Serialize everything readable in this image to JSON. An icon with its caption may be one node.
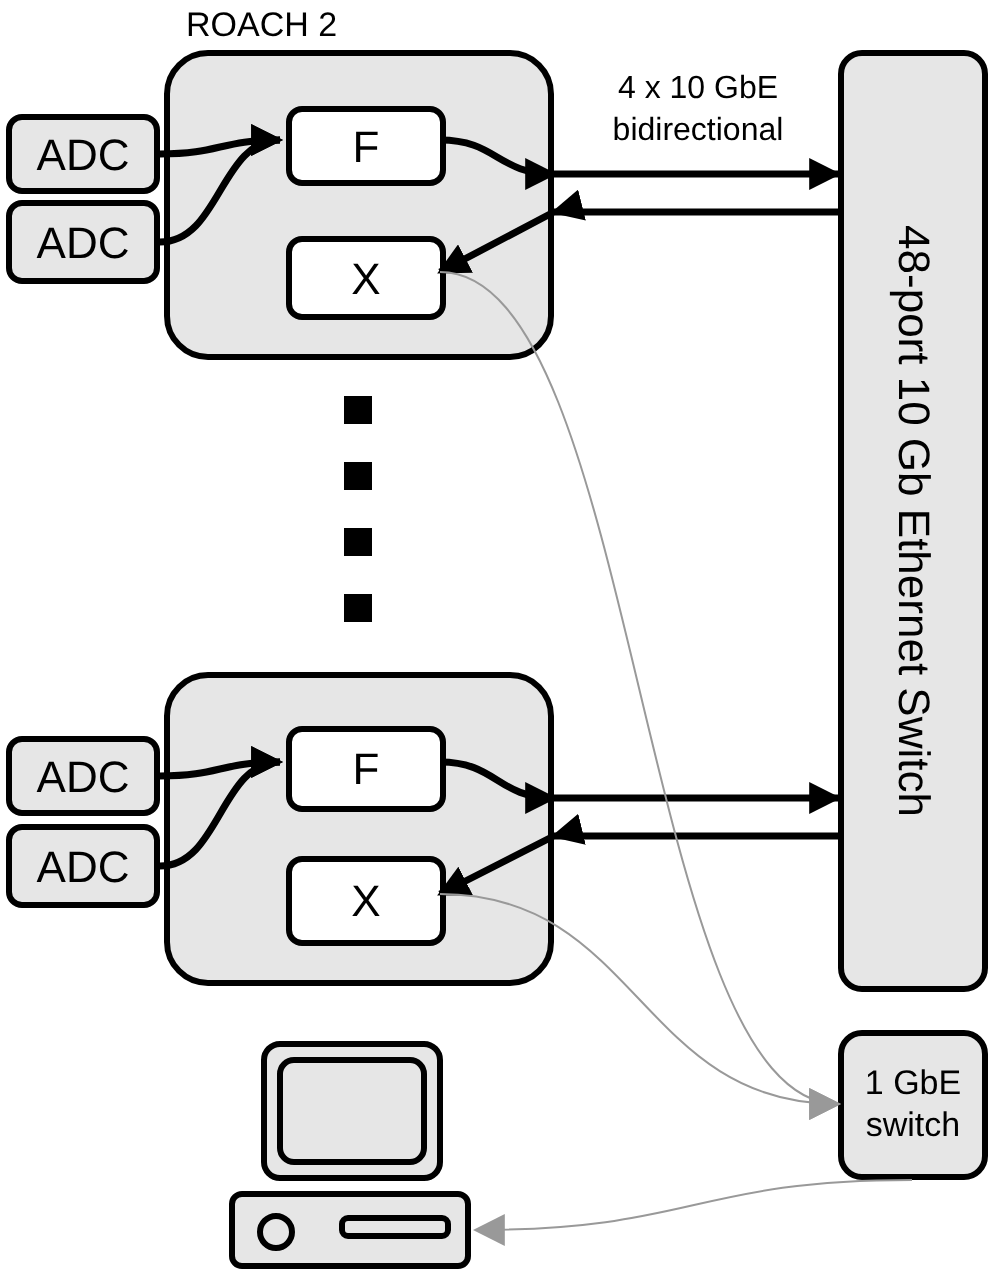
{
  "diagram": {
    "nodes": [
      {
        "text": [
          "ROACH 2"
        ]
      },
      {
        "text": [
          "ADC"
        ]
      },
      {
        "text": [
          "ADC"
        ]
      },
      {
        "text": [
          "F"
        ],
        "in": 0
      },
      {
        "text": [
          "X"
        ],
        "in": 0
      },
      {
        "text": [],
        "shape": "box"
      },
      {
        "text": [
          "ADC"
        ]
      },
      {
        "text": [
          "ADC"
        ]
      },
      {
        "text": [
          "F"
        ],
        "in": 5
      },
      {
        "text": [
          "X"
        ],
        "in": 5
      },
      {
        "text": [
          "48-port 10 Gb Ethernet Switch"
        ]
      },
      {
        "text": [
          "1 GbE switch"
        ]
      },
      {
        "text": [],
        "shape": "picture"
      }
    ],
    "edges": [
      {
        "from": 1,
        "to": 3,
        "arrow": "to"
      },
      {
        "from": 2,
        "to": 3,
        "arrow": "to"
      },
      {
        "from": 3,
        "to": 10,
        "arrow": "to",
        "label": "4 x 10 GbE bidirectional"
      },
      {
        "from": 10,
        "to": 4,
        "arrow": "to"
      },
      {
        "from": 6,
        "to": 8,
        "arrow": "to"
      },
      {
        "from": 7,
        "to": 8,
        "arrow": "to"
      },
      {
        "from": 8,
        "to": 10,
        "arrow": "to"
      },
      {
        "from": 10,
        "to": 9,
        "arrow": "to"
      },
      {
        "from": 4,
        "to": 11,
        "arrow": "to",
        "color": "#999999"
      },
      {
        "from": 9,
        "to": 11,
        "arrow": "to",
        "color": "#999999"
      },
      {
        "from": 11,
        "to": 12,
        "arrow": "to",
        "color": "#999999"
      }
    ]
  }
}
